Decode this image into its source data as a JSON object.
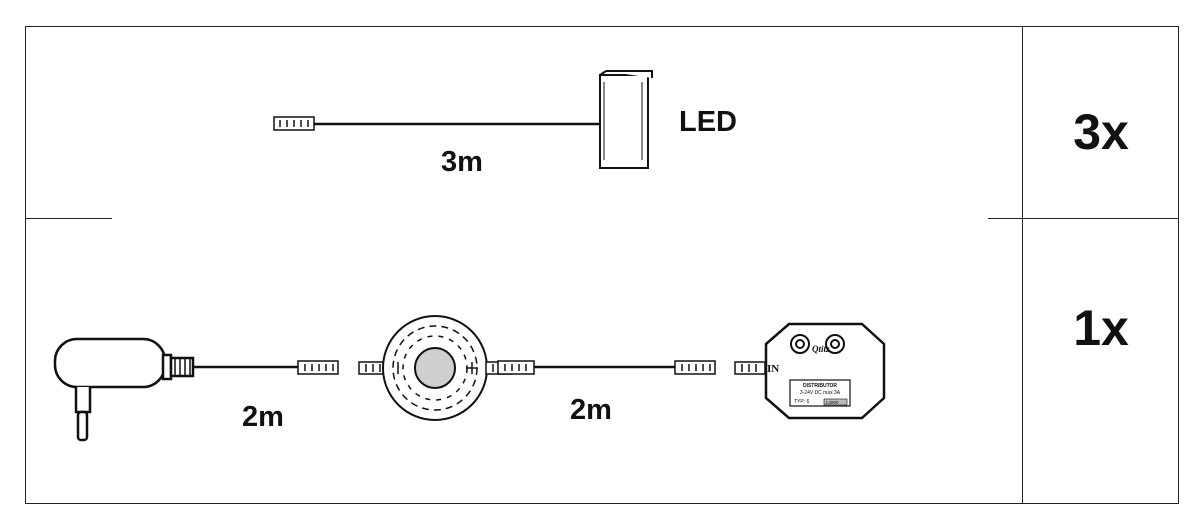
{
  "row1": {
    "quantity": "3x",
    "cable_length": "3m",
    "led_label": "LED"
  },
  "row2": {
    "quantity": "1x",
    "cable_length_adapter": "2m",
    "cable_length_switch": "2m",
    "distributor": {
      "port_label": "IN",
      "brand": "Qtitz",
      "line1": "DISTRIBUTOR",
      "line2": "3-24V DC max 3A",
      "line3": "TYP: 6",
      "code": "L3909"
    }
  }
}
